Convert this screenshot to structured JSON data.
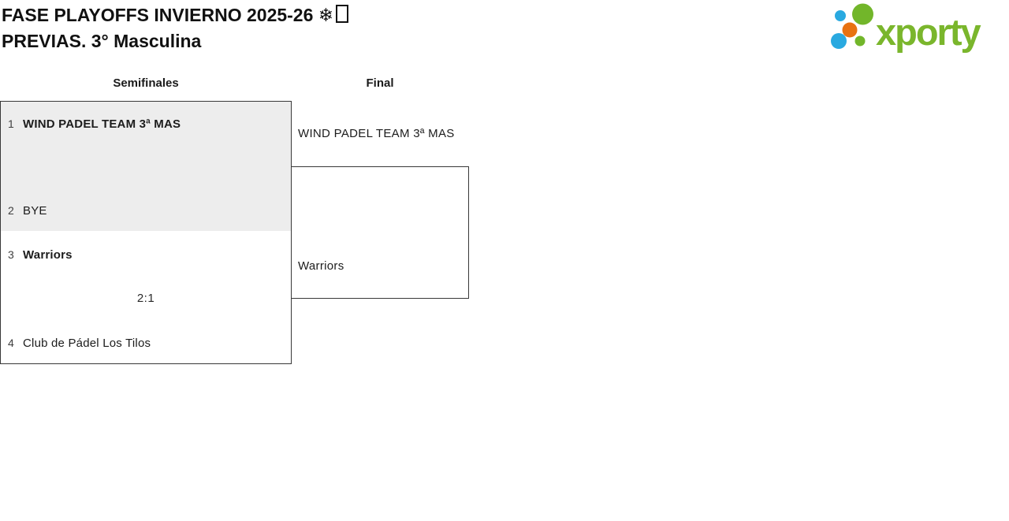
{
  "header": {
    "title_line1": "FASE PLAYOFFS INVIERNO 2025-26 ❄",
    "title_line2": "PREVIAS. 3° Masculina"
  },
  "logo": {
    "text": "xporty",
    "colors": {
      "green": "#7ab62c",
      "blue": "#29a9e0",
      "orange": "#e87211"
    }
  },
  "bracket": {
    "rounds": [
      {
        "label": "Semifinales"
      },
      {
        "label": "Final"
      }
    ],
    "semifinals": [
      {
        "top": {
          "seed": "1",
          "name": "WIND PADEL TEAM 3ª MAS",
          "winner": true
        },
        "bottom": {
          "seed": "2",
          "name": "BYE",
          "winner": false
        },
        "score": ""
      },
      {
        "top": {
          "seed": "3",
          "name": "Warriors",
          "winner": true
        },
        "bottom": {
          "seed": "4",
          "name": "Club de Pádel Los Tilos",
          "winner": false
        },
        "score": "2:1"
      }
    ],
    "final": {
      "top": "WIND PADEL TEAM 3ª MAS",
      "bottom": "Warriors"
    }
  },
  "colors": {
    "box_fill_played": "#ededed",
    "box_border": "#383838",
    "text": "#1c1c1c"
  }
}
